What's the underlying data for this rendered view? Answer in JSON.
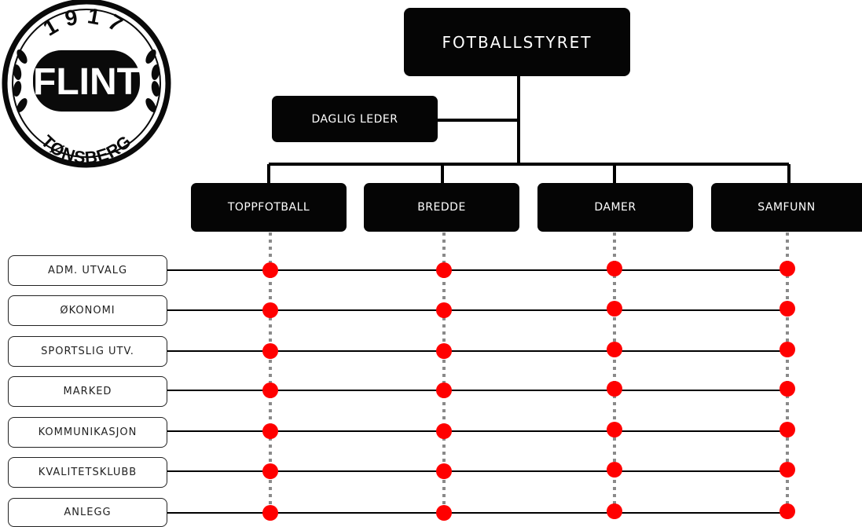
{
  "logo": {
    "year": "1917",
    "name": "FLINT",
    "city": "TØNSBERG"
  },
  "board": {
    "label": "FOTBALLSTYRET"
  },
  "manager": {
    "label": "DAGLIG LEDER"
  },
  "departments": [
    {
      "label": "TOPPFOTBALL"
    },
    {
      "label": "BREDDE"
    },
    {
      "label": "DAMER"
    },
    {
      "label": "SAMFUNN"
    }
  ],
  "committees": [
    {
      "label": "ADM. UTVALG"
    },
    {
      "label": "ØKONOMI"
    },
    {
      "label": "SPORTSLIG UTV."
    },
    {
      "label": "MARKED"
    },
    {
      "label": "KOMMUNIKASJON"
    },
    {
      "label": "KVALITETSKLUBB"
    },
    {
      "label": "ANLEGG"
    }
  ],
  "colors": {
    "box_fill": "#050505",
    "node_dot": "#ff0000",
    "dotted_line": "#8a8a8a"
  }
}
